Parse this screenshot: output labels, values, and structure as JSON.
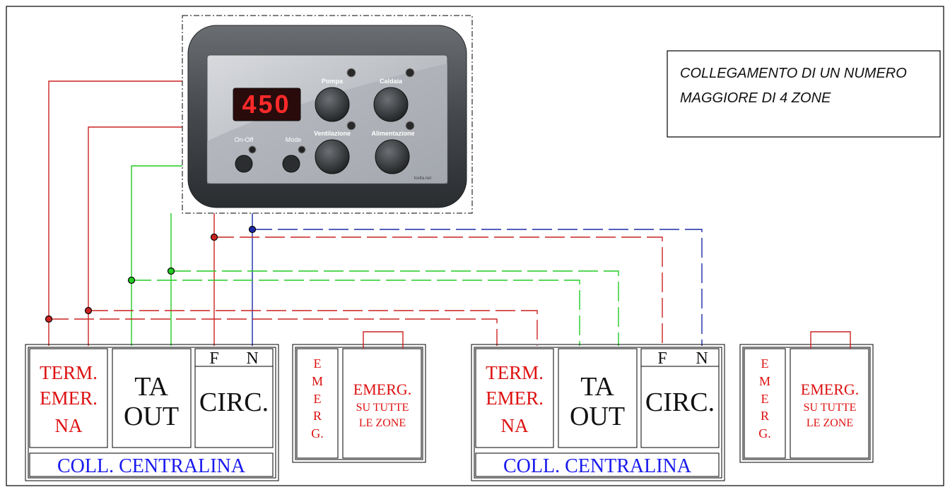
{
  "note": {
    "line1": "COLLEGAMENTO DI UN NUMERO",
    "line2": "MAGGIORE DI 4 ZONE"
  },
  "controller": {
    "display_value": "450",
    "on_off_label": "On-Off",
    "mode_label": "Mode",
    "knobs": [
      "Pompa",
      "Caldaia",
      "Ventilazione",
      "Alimentazione"
    ],
    "brand": "lcetta.net"
  },
  "blocks": [
    {
      "term": [
        "TERM.",
        "EMER.",
        "NA"
      ],
      "ta": [
        "TA",
        "OUT"
      ],
      "circ_top": [
        "F",
        "N"
      ],
      "circ": "CIRC.",
      "footer": "COLL. CENTRALINA",
      "emerg_vertical": [
        "E",
        "M",
        "E",
        "R",
        "G."
      ],
      "emerg": [
        "EMERG.",
        "SU TUTTE",
        "LE ZONE"
      ]
    },
    {
      "term": [
        "TERM.",
        "EMER.",
        "NA"
      ],
      "ta": [
        "TA",
        "OUT"
      ],
      "circ_top": [
        "F",
        "N"
      ],
      "circ": "CIRC.",
      "footer": "COLL. CENTRALINA",
      "emerg_vertical": [
        "E",
        "M",
        "E",
        "R",
        "G."
      ],
      "emerg": [
        "EMERG.",
        "SU TUTTE",
        "LE ZONE"
      ]
    }
  ],
  "colors": {
    "red": "#cc2222",
    "green": "#22cc22",
    "blue": "#1a2aa8",
    "text_red": "#dd1111",
    "text_blue": "#1a1aee"
  }
}
